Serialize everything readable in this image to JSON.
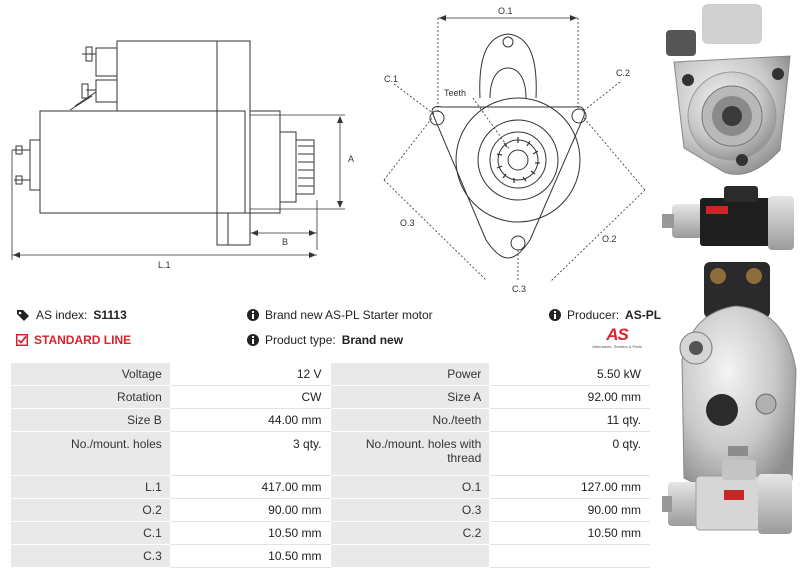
{
  "drawing_labels": {
    "o1": "O.1",
    "c1": "C.1",
    "c2": "C.2",
    "teeth": "Teeth",
    "o3": "O.3",
    "o2": "O.2",
    "c3": "C.3",
    "a": "A",
    "b": "B",
    "l1": "L.1"
  },
  "info": {
    "as_index_label": "AS index:",
    "as_index_value": "S1113",
    "description": "Brand new AS-PL Starter motor",
    "producer_label": "Producer:",
    "producer_value": "AS-PL",
    "line_label": "STANDARD LINE",
    "product_type_label": "Product type:",
    "product_type_value": "Brand new",
    "logo_text": "AS",
    "logo_tagline": "Alternators, Starters & Parts"
  },
  "specs": {
    "rows": [
      {
        "l1": "Voltage",
        "v1": "12 V",
        "l2": "Power",
        "v2": "5.50 kW"
      },
      {
        "l1": "Rotation",
        "v1": "CW",
        "l2": "Size A",
        "v2": "92.00 mm"
      },
      {
        "l1": "Size B",
        "v1": "44.00 mm",
        "l2": "No./teeth",
        "v2": "11 qty."
      },
      {
        "l1": "No./mount. holes",
        "v1": "3 qty.",
        "l2": "No./mount. holes with thread",
        "v2": "0 qty."
      },
      {
        "l1": "L.1",
        "v1": "417.00 mm",
        "l2": "O.1",
        "v2": "127.00 mm"
      },
      {
        "l1": "O.2",
        "v1": "90.00 mm",
        "l2": "O.3",
        "v2": "90.00 mm"
      },
      {
        "l1": "C.1",
        "v1": "10.50 mm",
        "l2": "C.2",
        "v2": "10.50 mm"
      },
      {
        "l1": "C.3",
        "v1": "10.50 mm",
        "l2": "",
        "v2": ""
      }
    ]
  }
}
